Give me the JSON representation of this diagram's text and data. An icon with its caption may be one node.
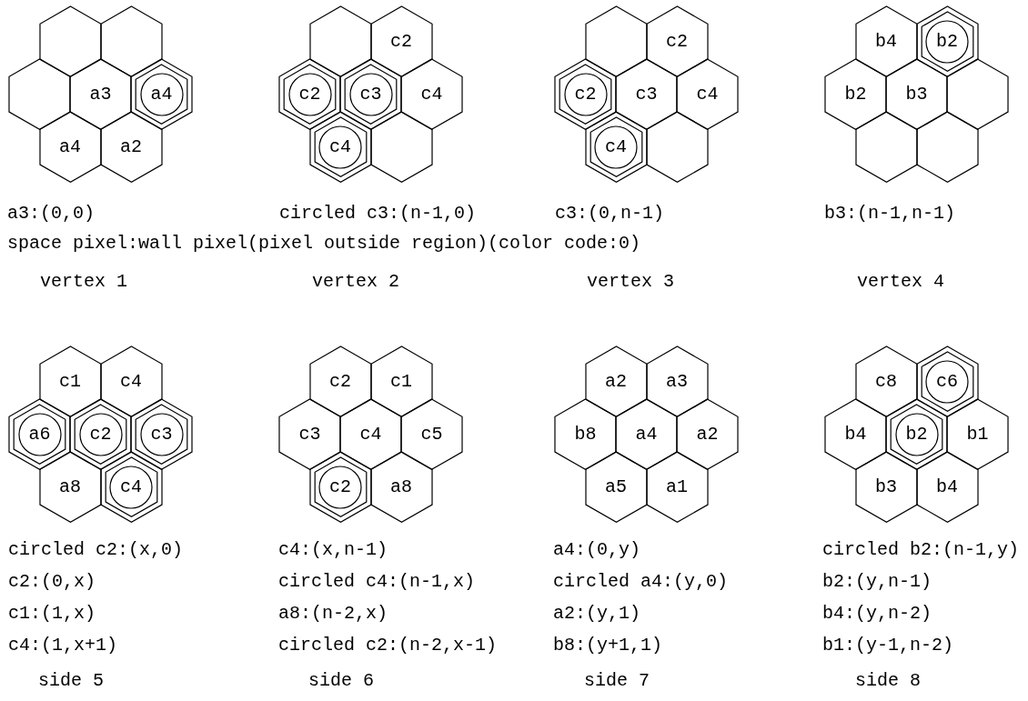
{
  "diagram": {
    "nodes": [
      {
        "text": [],
        "shape": "hexagon"
      },
      {
        "text": [],
        "shape": "hexagon"
      },
      {
        "text": [],
        "shape": "hexagon"
      },
      {
        "text": [
          "a3"
        ]
      },
      {
        "text": [],
        "shape": "hexagon"
      },
      {
        "text": [
          "a4"
        ],
        "in": 4
      },
      {
        "text": [
          "a4"
        ]
      },
      {
        "text": [
          "a2"
        ]
      },
      {
        "text": [],
        "shape": "hexagon"
      },
      {
        "text": [
          "c2"
        ]
      },
      {
        "text": [],
        "shape": "hexagon"
      },
      {
        "text": [
          "c2"
        ],
        "in": 10
      },
      {
        "text": [],
        "shape": "hexagon"
      },
      {
        "text": [
          "c3"
        ],
        "in": 12
      },
      {
        "text": [
          "c4"
        ]
      },
      {
        "text": [],
        "shape": "hexagon"
      },
      {
        "text": [
          "c4"
        ],
        "in": 15
      },
      {
        "text": [],
        "shape": "hexagon"
      },
      {
        "text": [],
        "shape": "hexagon"
      },
      {
        "text": [
          "c2"
        ]
      },
      {
        "text": [],
        "shape": "hexagon"
      },
      {
        "text": [
          "c2"
        ],
        "in": 20
      },
      {
        "text": [
          "c3"
        ]
      },
      {
        "text": [
          "c4"
        ]
      },
      {
        "text": [],
        "shape": "hexagon"
      },
      {
        "text": [
          "c4"
        ],
        "in": 24
      },
      {
        "text": [],
        "shape": "hexagon"
      },
      {
        "text": [
          "b4"
        ]
      },
      {
        "text": [],
        "shape": "hexagon"
      },
      {
        "text": [
          "b2"
        ],
        "in": 28
      },
      {
        "text": [
          "b2"
        ]
      },
      {
        "text": [
          "b3"
        ]
      },
      {
        "text": [],
        "shape": "hexagon"
      },
      {
        "text": [],
        "shape": "hexagon"
      },
      {
        "text": [],
        "shape": "hexagon"
      },
      {
        "text": [
          "c1"
        ]
      },
      {
        "text": [
          "c4"
        ]
      },
      {
        "text": [],
        "shape": "hexagon"
      },
      {
        "text": [
          "a6"
        ],
        "in": 37
      },
      {
        "text": [],
        "shape": "hexagon"
      },
      {
        "text": [
          "c2"
        ],
        "in": 39
      },
      {
        "text": [],
        "shape": "hexagon"
      },
      {
        "text": [
          "c3"
        ],
        "in": 41
      },
      {
        "text": [
          "a8"
        ]
      },
      {
        "text": [],
        "shape": "hexagon"
      },
      {
        "text": [
          "c4"
        ],
        "in": 44
      },
      {
        "text": [
          "c2"
        ]
      },
      {
        "text": [
          "c1"
        ]
      },
      {
        "text": [
          "c3"
        ]
      },
      {
        "text": [
          "c4"
        ]
      },
      {
        "text": [
          "c5"
        ]
      },
      {
        "text": [],
        "shape": "hexagon"
      },
      {
        "text": [
          "c2"
        ],
        "in": 51
      },
      {
        "text": [
          "a8"
        ]
      },
      {
        "text": [
          "a2"
        ]
      },
      {
        "text": [
          "a3"
        ]
      },
      {
        "text": [
          "b8"
        ]
      },
      {
        "text": [
          "a4"
        ]
      },
      {
        "text": [
          "a2"
        ]
      },
      {
        "text": [
          "a5"
        ]
      },
      {
        "text": [
          "a1"
        ]
      },
      {
        "text": [
          "c8"
        ]
      },
      {
        "text": [],
        "shape": "hexagon"
      },
      {
        "text": [
          "c6"
        ],
        "in": 62
      },
      {
        "text": [
          "b4"
        ]
      },
      {
        "text": [],
        "shape": "hexagon"
      },
      {
        "text": [
          "b2"
        ],
        "in": 65
      },
      {
        "text": [
          "b1"
        ]
      },
      {
        "text": [
          "b3"
        ]
      },
      {
        "text": [
          "b4"
        ]
      }
    ],
    "labels": [
      "a3:(0,0)",
      "circled c3:(n-1,0)",
      "c3:(0,n-1)",
      "b3:(n-1,n-1)",
      "space pixel:wall pixel(pixel outside region)(color code:0)",
      "vertex 1",
      "vertex 2",
      "vertex 3",
      "vertex 4",
      "circled c2:(x,0)",
      "c4:(x,n-1)",
      "a4:(0,y)",
      "circled b2:(n-1,y)",
      "c2:(0,x)",
      "circled c4:(n-1,x)",
      "circled a4:(y,0)",
      "b2:(y,n-1)",
      "c1:(1,x)",
      "a8:(n-2,x)",
      "a2:(y,1)",
      "b4:(y,n-2)",
      "c4:(1,x+1)",
      "circled c2:(n-2,x-1)",
      "b8:(y+1,1)",
      "b1:(y-1,n-2)",
      "side 5",
      "side 6",
      "side 7",
      "side 8"
    ]
  }
}
